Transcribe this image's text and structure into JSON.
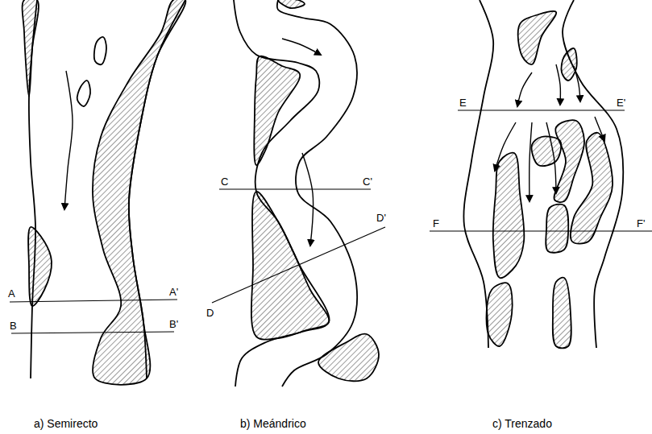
{
  "diagram": {
    "labels": [
      "A",
      "A'",
      "B",
      "B'",
      "C",
      "C'",
      "D",
      "D'",
      "E",
      "E'",
      "F",
      "F'",
      "a) Semirecto",
      "b) Meándrico",
      "c) Trenzado"
    ]
  }
}
